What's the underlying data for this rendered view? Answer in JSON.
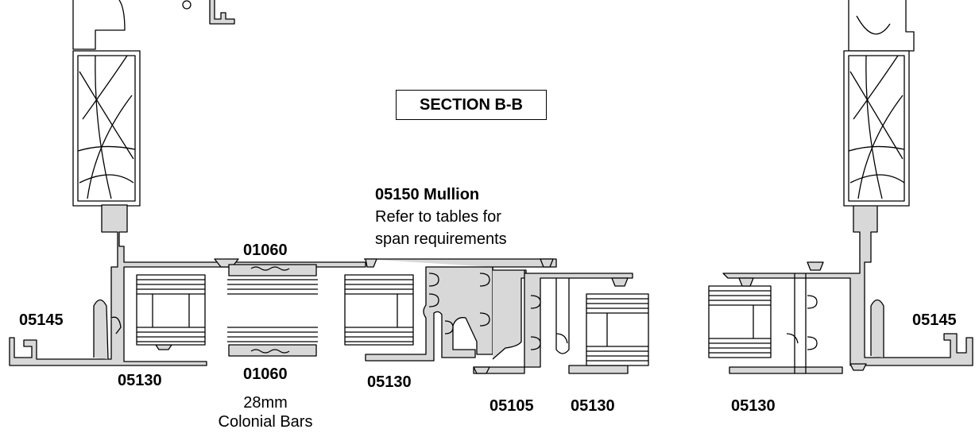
{
  "title": "SECTION B-B",
  "mullion": {
    "code": "05150 Mullion",
    "note_line1": "Refer to tables for",
    "note_line2": "span requirements"
  },
  "labels": {
    "left_sill": "05145",
    "right_sill": "05145",
    "left_bead": "05130",
    "centre_left_bead": "05130",
    "centre_bead": "05130",
    "right_bead": "05130",
    "coupler": "05105",
    "bar_top": "01060",
    "bar_bottom": "01060",
    "bars_size": "28mm",
    "bars_name": "Colonial Bars"
  },
  "colors": {
    "profile_fill": "#d8d8d8",
    "line": "#000000",
    "glass_line": "#000000"
  }
}
